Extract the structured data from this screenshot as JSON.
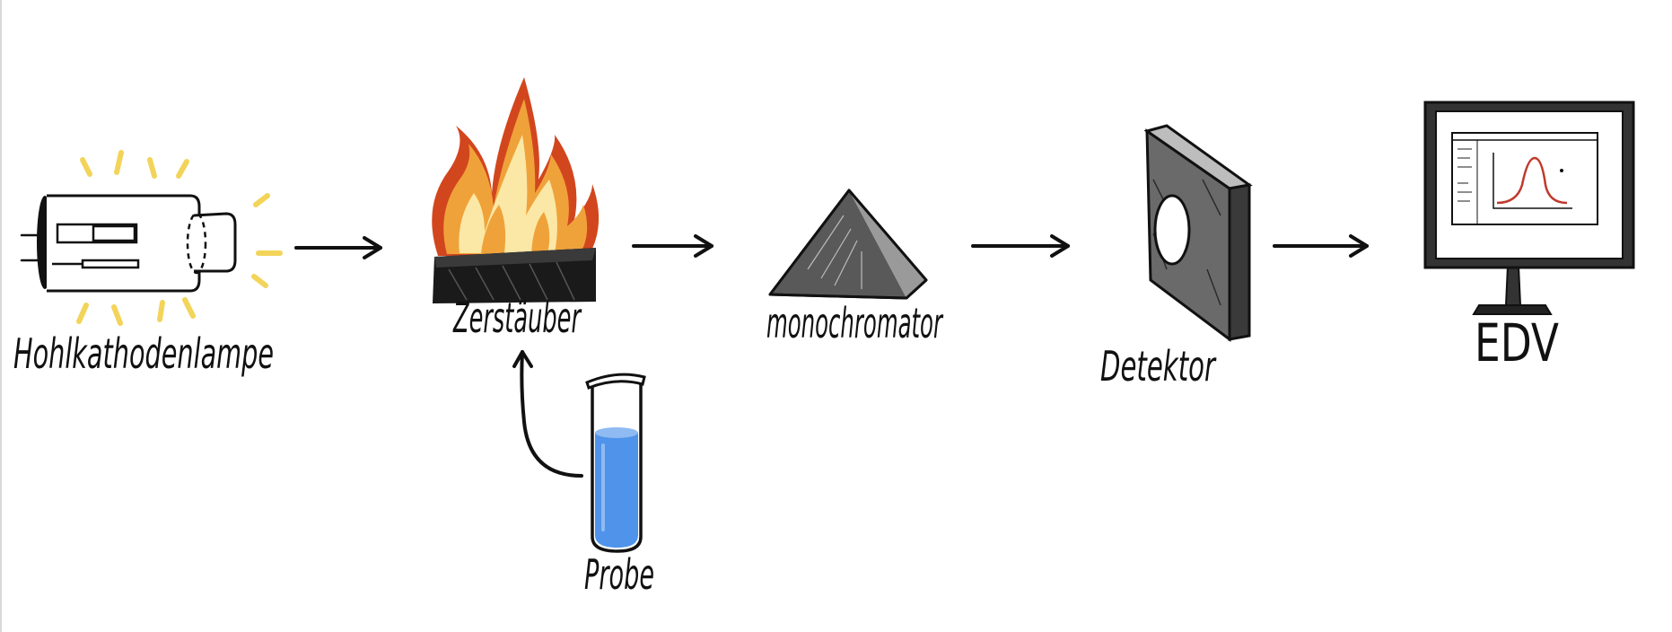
{
  "labels": {
    "lamp": "Hohlkathodenlampe",
    "atomizer": "Zerstäuber",
    "sample": "Probe",
    "monochromator": "monochromator",
    "detector": "Detektor",
    "computer": "EDV"
  },
  "icons": {
    "lamp": "hollow-cathode-lamp-icon",
    "atomizer": "flame-burner-icon",
    "sample": "test-tube-icon",
    "monochromator": "prism-pyramid-icon",
    "detector": "detector-block-icon",
    "computer": "monitor-icon"
  },
  "colors": {
    "ink": "#111111",
    "glow": "#f3d45a",
    "flame_outer": "#d2461e",
    "flame_mid": "#f0a23a",
    "flame_inner": "#fbe8a6",
    "liquid": "#4f93ea",
    "spectrum_curve": "#c0392b"
  }
}
